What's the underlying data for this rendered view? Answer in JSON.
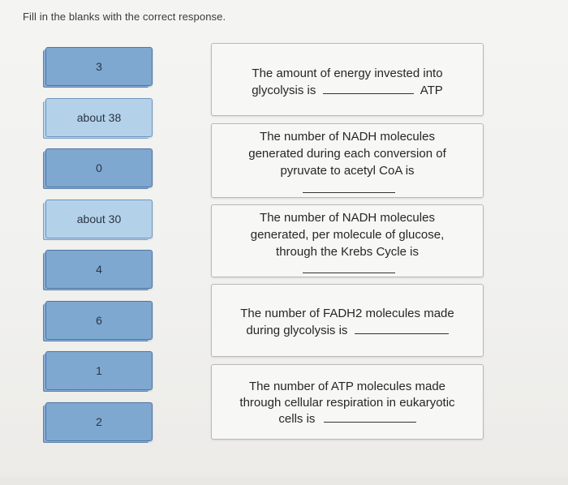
{
  "instructions": "Fill in the blanks with the correct response.",
  "answer_tiles": [
    {
      "label": "3"
    },
    {
      "label": "about 38"
    },
    {
      "label": "0"
    },
    {
      "label": "about 30"
    },
    {
      "label": "4"
    },
    {
      "label": "6"
    },
    {
      "label": "1"
    },
    {
      "label": "2"
    }
  ],
  "questions": [
    {
      "lines": [
        "The amount of energy invested into",
        "glycolysis is"
      ],
      "suffix": "ATP"
    },
    {
      "lines": [
        "The number of NADH molecules",
        "generated during each conversion of",
        "pyruvate to acetyl CoA is"
      ]
    },
    {
      "lines": [
        "The number of NADH molecules",
        "generated, per molecule of glucose,",
        "through the Krebs Cycle is"
      ]
    },
    {
      "lines": [
        "The number of FADH2 molecules made",
        "during glycolysis is"
      ]
    },
    {
      "lines": [
        "The number of ATP molecules made",
        "through cellular respiration in eukaryotic",
        "cells is"
      ]
    }
  ],
  "colors": {
    "tile_fill": "#7fa8d1",
    "tile_fill_light": "#b3d2ea",
    "tile_border": "#4f76a3",
    "box_fill": "#f7f7f6",
    "box_border": "#b9b9b6"
  }
}
